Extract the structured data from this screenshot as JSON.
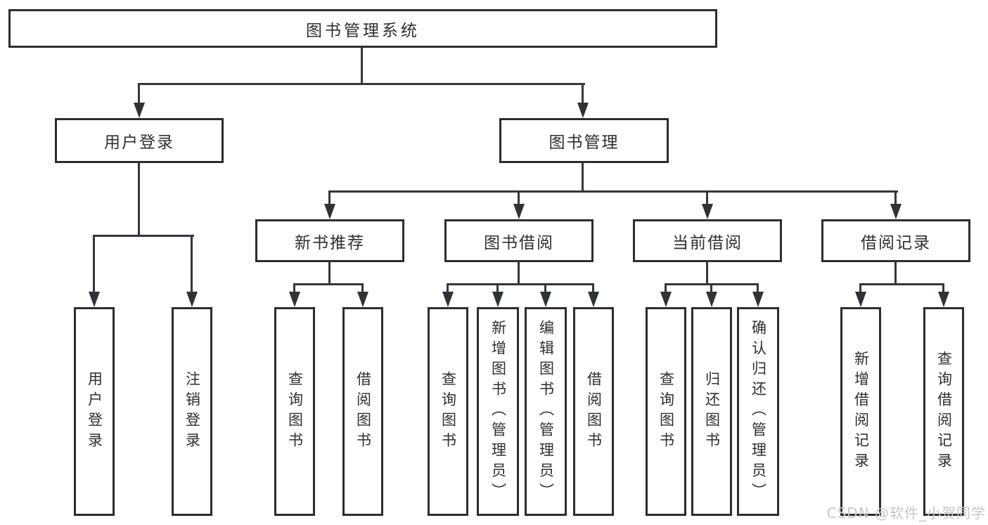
{
  "diagram": {
    "root": {
      "label": "图书管理系统"
    },
    "branches": [
      {
        "label": "用户登录",
        "children": [
          {
            "label": "用户登录"
          },
          {
            "label": "注销登录"
          }
        ]
      },
      {
        "label": "图书管理",
        "children": [
          {
            "label": "新书推荐",
            "children": [
              {
                "label": "查询图书"
              },
              {
                "label": "借阅图书"
              }
            ]
          },
          {
            "label": "图书借阅",
            "children": [
              {
                "label": "查询图书"
              },
              {
                "label": "新增图书（管理员）"
              },
              {
                "label": "编辑图书（管理员）"
              },
              {
                "label": "借阅图书"
              }
            ]
          },
          {
            "label": "当前借阅",
            "children": [
              {
                "label": "查询图书"
              },
              {
                "label": "归还图书"
              },
              {
                "label": "确认归还（管理员）"
              }
            ]
          },
          {
            "label": "借阅记录",
            "children": [
              {
                "label": "新增借阅记录"
              },
              {
                "label": "查询借阅记录"
              }
            ]
          }
        ]
      }
    ]
  },
  "watermark": "CSDN @软件_小贺同学",
  "colors": {
    "background": "#ffffff",
    "box_border": "#2b2d30",
    "line": "#33363a",
    "text": "#2e2e30",
    "watermark": "#c7c7cb"
  }
}
